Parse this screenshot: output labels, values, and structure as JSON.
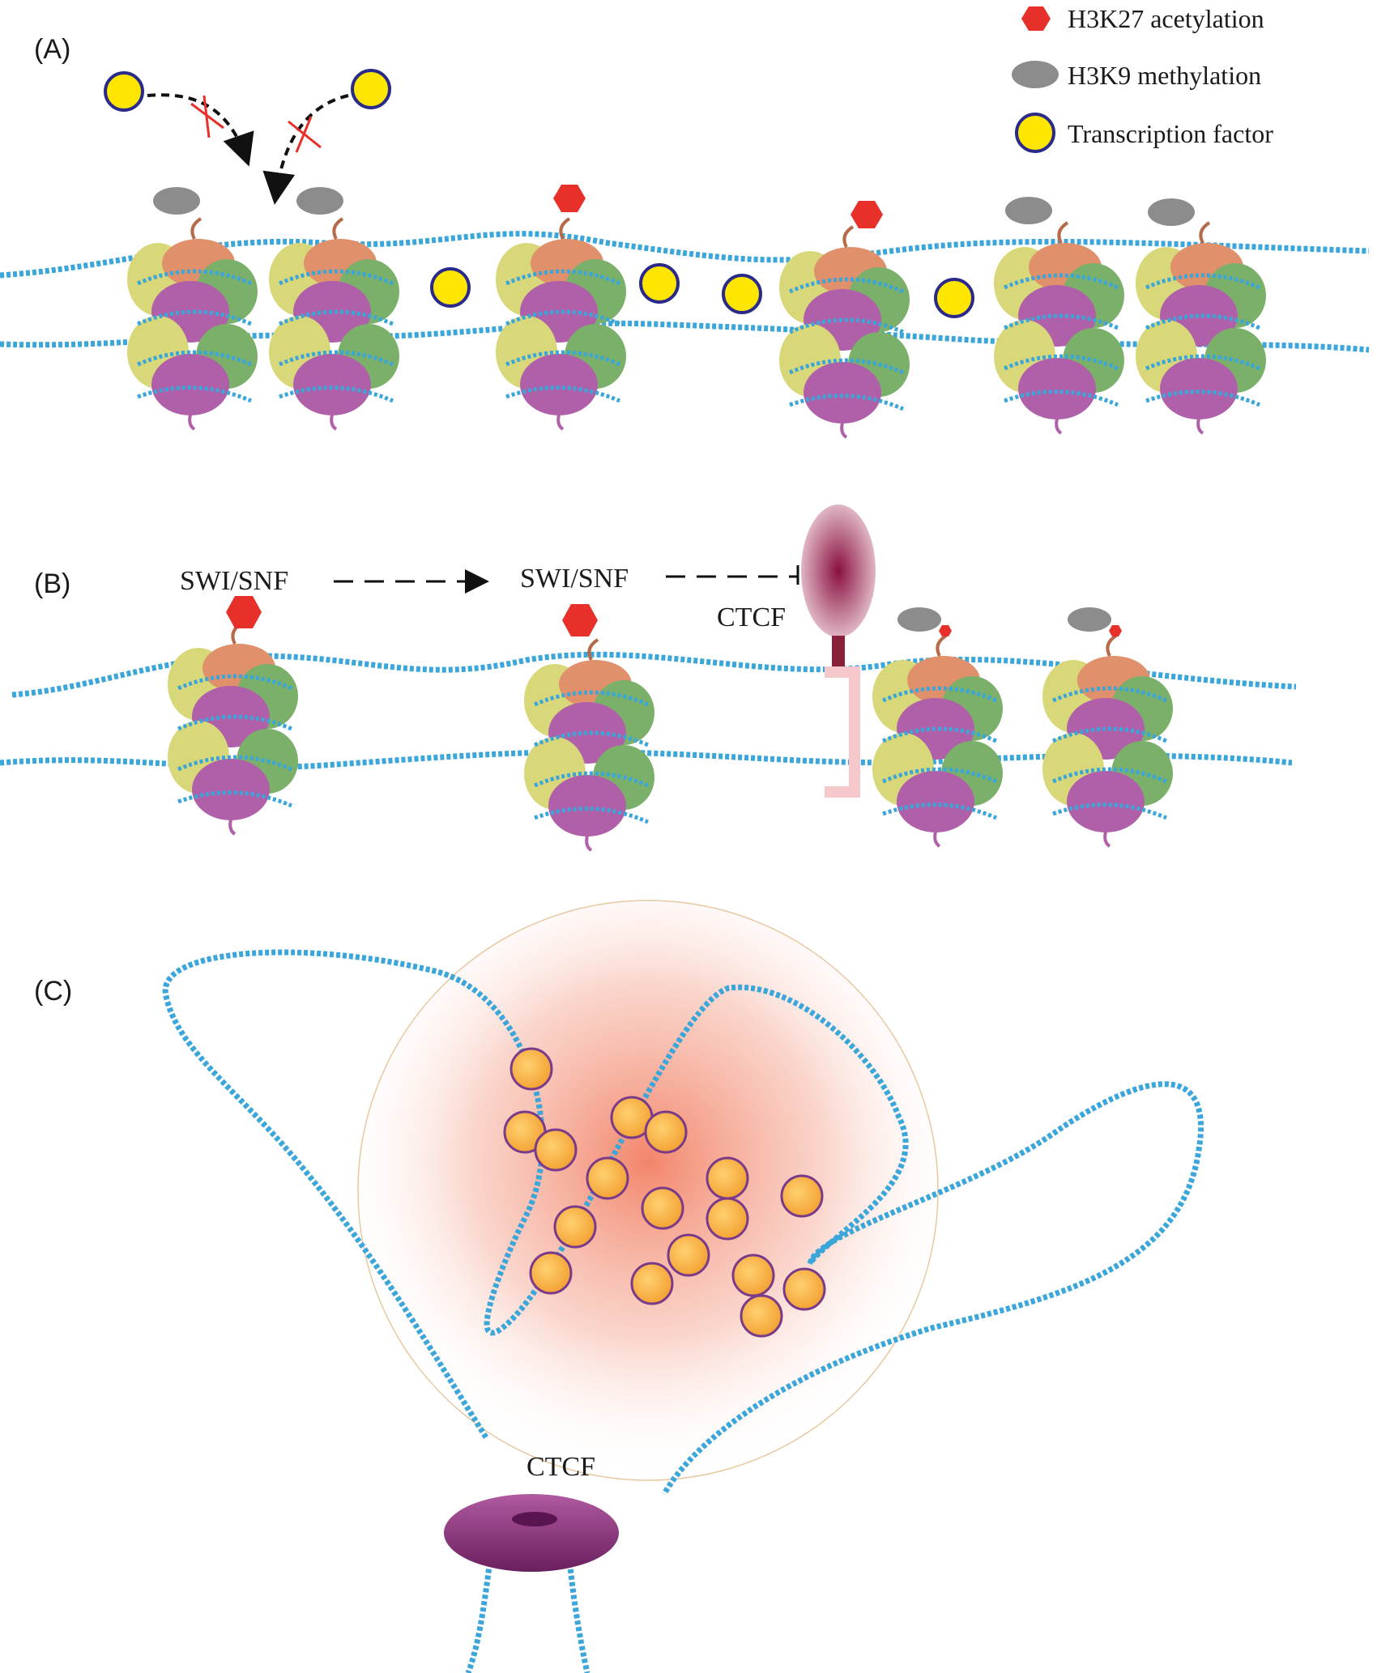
{
  "legend": {
    "h3k27": "H3K27 acetylation",
    "h3k9": "H3K9 methylation",
    "tf": "Transcription factor"
  },
  "panels": {
    "a": "(A)",
    "b": "(B)",
    "c": "(C)"
  },
  "panel_b": {
    "swisnf_1": "SWI/SNF",
    "swisnf_2": "SWI/SNF",
    "ctcf": "CTCF"
  },
  "panel_c": {
    "ctcf": "CTCF"
  },
  "colors": {
    "dna": "#3aa6d9",
    "h3k27": "#e8302a",
    "h3k9": "#8c8c8c",
    "tf_fill": "#ffe600",
    "tf_stroke": "#2a2a8a",
    "histone_yellow": "#d8d87a",
    "histone_orange": "#e0906a",
    "histone_green": "#7ab06a",
    "histone_purple": "#b060a8",
    "ctcf": "#8a1f5a",
    "condensate": "#f07850",
    "droplet": "#f5a83a"
  }
}
